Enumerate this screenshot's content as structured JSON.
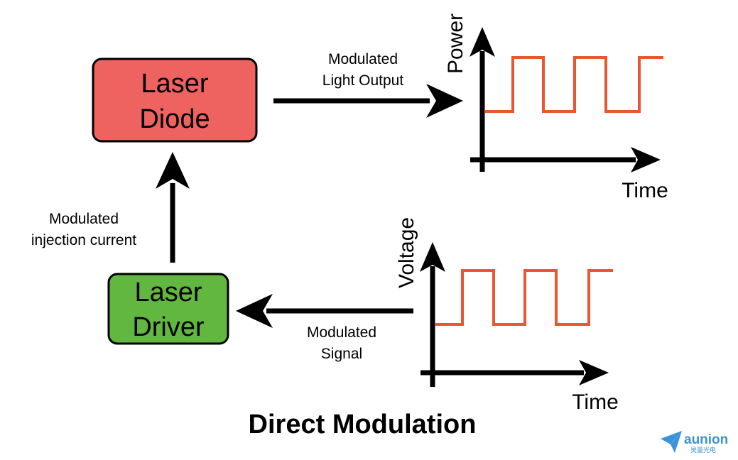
{
  "diagram": {
    "laser_diode": {
      "line1": "Laser",
      "line2": "Diode",
      "fill": "#ee6260"
    },
    "laser_driver": {
      "line1": "Laser",
      "line2": "Driver",
      "fill": "#62b740"
    },
    "arrow_light_output": {
      "line1": "Modulated",
      "line2": "Light Output"
    },
    "arrow_injection": {
      "line1": "Modulated",
      "line2": "injection current"
    },
    "arrow_signal": {
      "line1": "Modulated",
      "line2": "Signal"
    },
    "power_plot": {
      "ylabel": "Power",
      "xlabel": "Time"
    },
    "voltage_plot": {
      "ylabel": "Voltage",
      "xlabel": "Time"
    },
    "waveform_color": "#e8572f",
    "title": "Direct Modulation"
  },
  "logo": {
    "name": "aunion",
    "subtitle": "昊量光电",
    "color": "#3a93d6"
  }
}
